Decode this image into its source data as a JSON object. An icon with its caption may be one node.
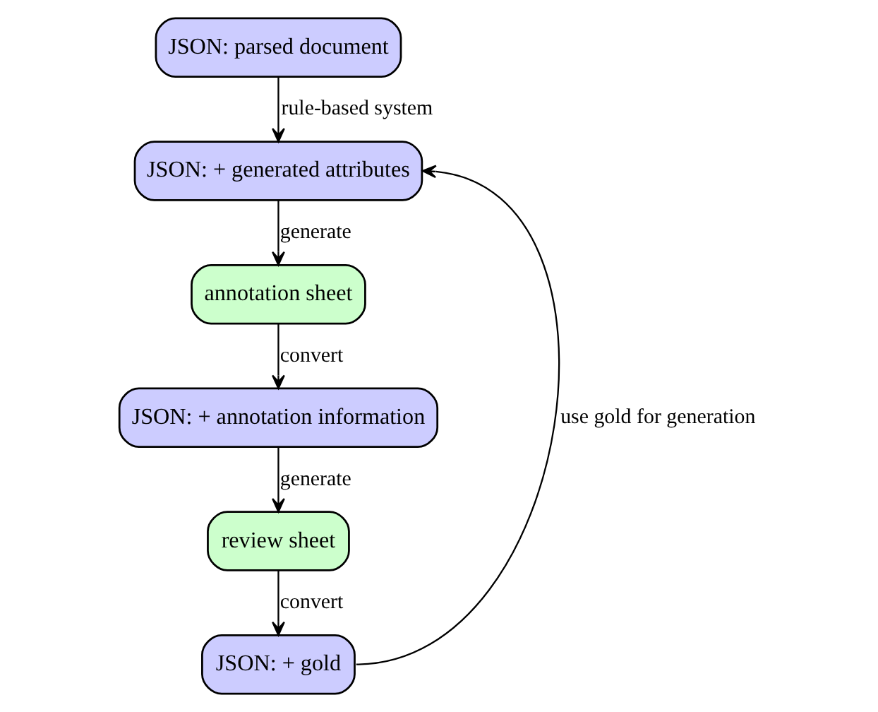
{
  "diagram": {
    "nodes": [
      {
        "text": [
          "JSON: parsed document"
        ]
      },
      {
        "text": [
          "JSON: + generated attributes"
        ]
      },
      {
        "text": [
          "annotation sheet"
        ]
      },
      {
        "text": [
          "JSON: + annotation information"
        ]
      },
      {
        "text": [
          "review sheet"
        ]
      },
      {
        "text": [
          "JSON: + gold"
        ]
      }
    ],
    "edges": [
      {
        "from": 0,
        "to": 1,
        "arrow": "to",
        "label": "rule-based system"
      },
      {
        "from": 1,
        "to": 2,
        "arrow": "to",
        "label": "generate"
      },
      {
        "from": 2,
        "to": 3,
        "arrow": "to",
        "label": "convert"
      },
      {
        "from": 3,
        "to": 4,
        "arrow": "to",
        "label": "generate"
      },
      {
        "from": 4,
        "to": 5,
        "arrow": "to",
        "label": "convert"
      },
      {
        "from": 5,
        "to": 1,
        "arrow": "to",
        "label": "use gold for generation"
      }
    ]
  }
}
